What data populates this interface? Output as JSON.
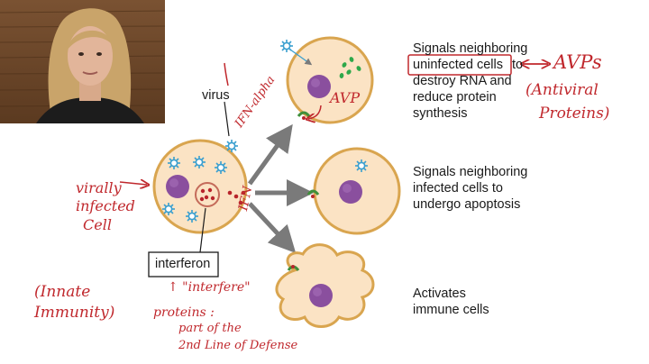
{
  "labels": {
    "virus": "virus",
    "interferon": "interferon",
    "signal_uninfected_1": "Signals neighboring",
    "signal_uninfected_2": "uninfected cells",
    "signal_uninfected_2b": "to",
    "signal_uninfected_3": "destroy RNA and",
    "signal_uninfected_4": "reduce protein",
    "signal_uninfected_5": "synthesis",
    "signal_infected_1": "Signals neighboring",
    "signal_infected_2": "infected cells to",
    "signal_infected_3": "undergo apoptosis",
    "activates_1": "Activates",
    "activates_2": "immune cells"
  },
  "annotations": {
    "avps": "AVPs",
    "antiviral_1": "(Antiviral",
    "antiviral_2": "Proteins)",
    "avp": "AVP",
    "ifn_alpha": "IFN-alpha",
    "ifn": "IFN",
    "virally": "virally",
    "infected": "infected",
    "cell": "Cell",
    "interfere": "↑ \"interfere\"",
    "innate": "(Innate",
    "immunity": "Immunity)",
    "proteins": "proteins :",
    "part_of_the": "part of the",
    "second_line": "2nd Line of Defense"
  },
  "colors": {
    "cell_fill": "#fbe3c4",
    "cell_stroke": "#d9a54f",
    "nucleus": "#8a4f9e",
    "virus": "#3a9fcf",
    "arrow": "#7a7a7a",
    "annotation": "#c0282d",
    "interferon_dot": "#b8252b",
    "avp_dot": "#2ea84a",
    "receptor": "#3f8f3a"
  }
}
